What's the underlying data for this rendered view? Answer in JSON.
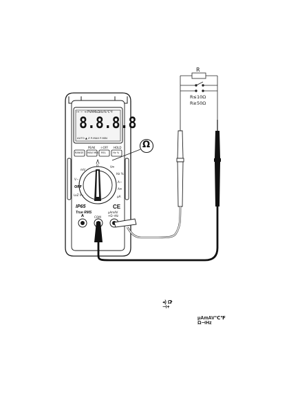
{
  "schematic": {
    "resistor_label": "R",
    "condition_low": "R≤10Ω",
    "condition_high": "R≥50Ω"
  },
  "meter": {
    "lcd_top_row": "⊶ ∼ ⇥ PVAMkΩHz%℃℉",
    "lcd_digits": "8.8.8.8",
    "lcd_bottom_row": "AUTO ▲ Z P-MAX P-MIN",
    "buttons": [
      "RANGE",
      "MAX MIN",
      "REL",
      "Hz %"
    ],
    "button_labels_above": [
      "PEAK",
      "☼OFF",
      "HOLD"
    ],
    "dial_labels": [
      "V∼",
      "mV",
      "OFF",
      "V⎓",
      "Ω",
      "Hz %",
      "A∼",
      "A⎓",
      "μA",
      "LoZ V∼"
    ],
    "ip_rating": "IP65",
    "true_rms": "True RMS",
    "ce_mark": "CE",
    "jack_a": "A",
    "jack_com": "COM",
    "jack_right": "μAmAV\n+Ω⊣Hz",
    "function_symbol": "Ω"
  },
  "legend": {
    "symbol_a": "◂) Ω\n⊣+",
    "symbol_b": "μAmAV℃℉\nΩ⊣Hz"
  },
  "colors": {
    "outline": "#1a1a1a",
    "body_fill": "#ffffff",
    "lcd_fill": "#f4f4f4",
    "probe_black": "#111111",
    "probe_red_lead": "#ffffff"
  }
}
